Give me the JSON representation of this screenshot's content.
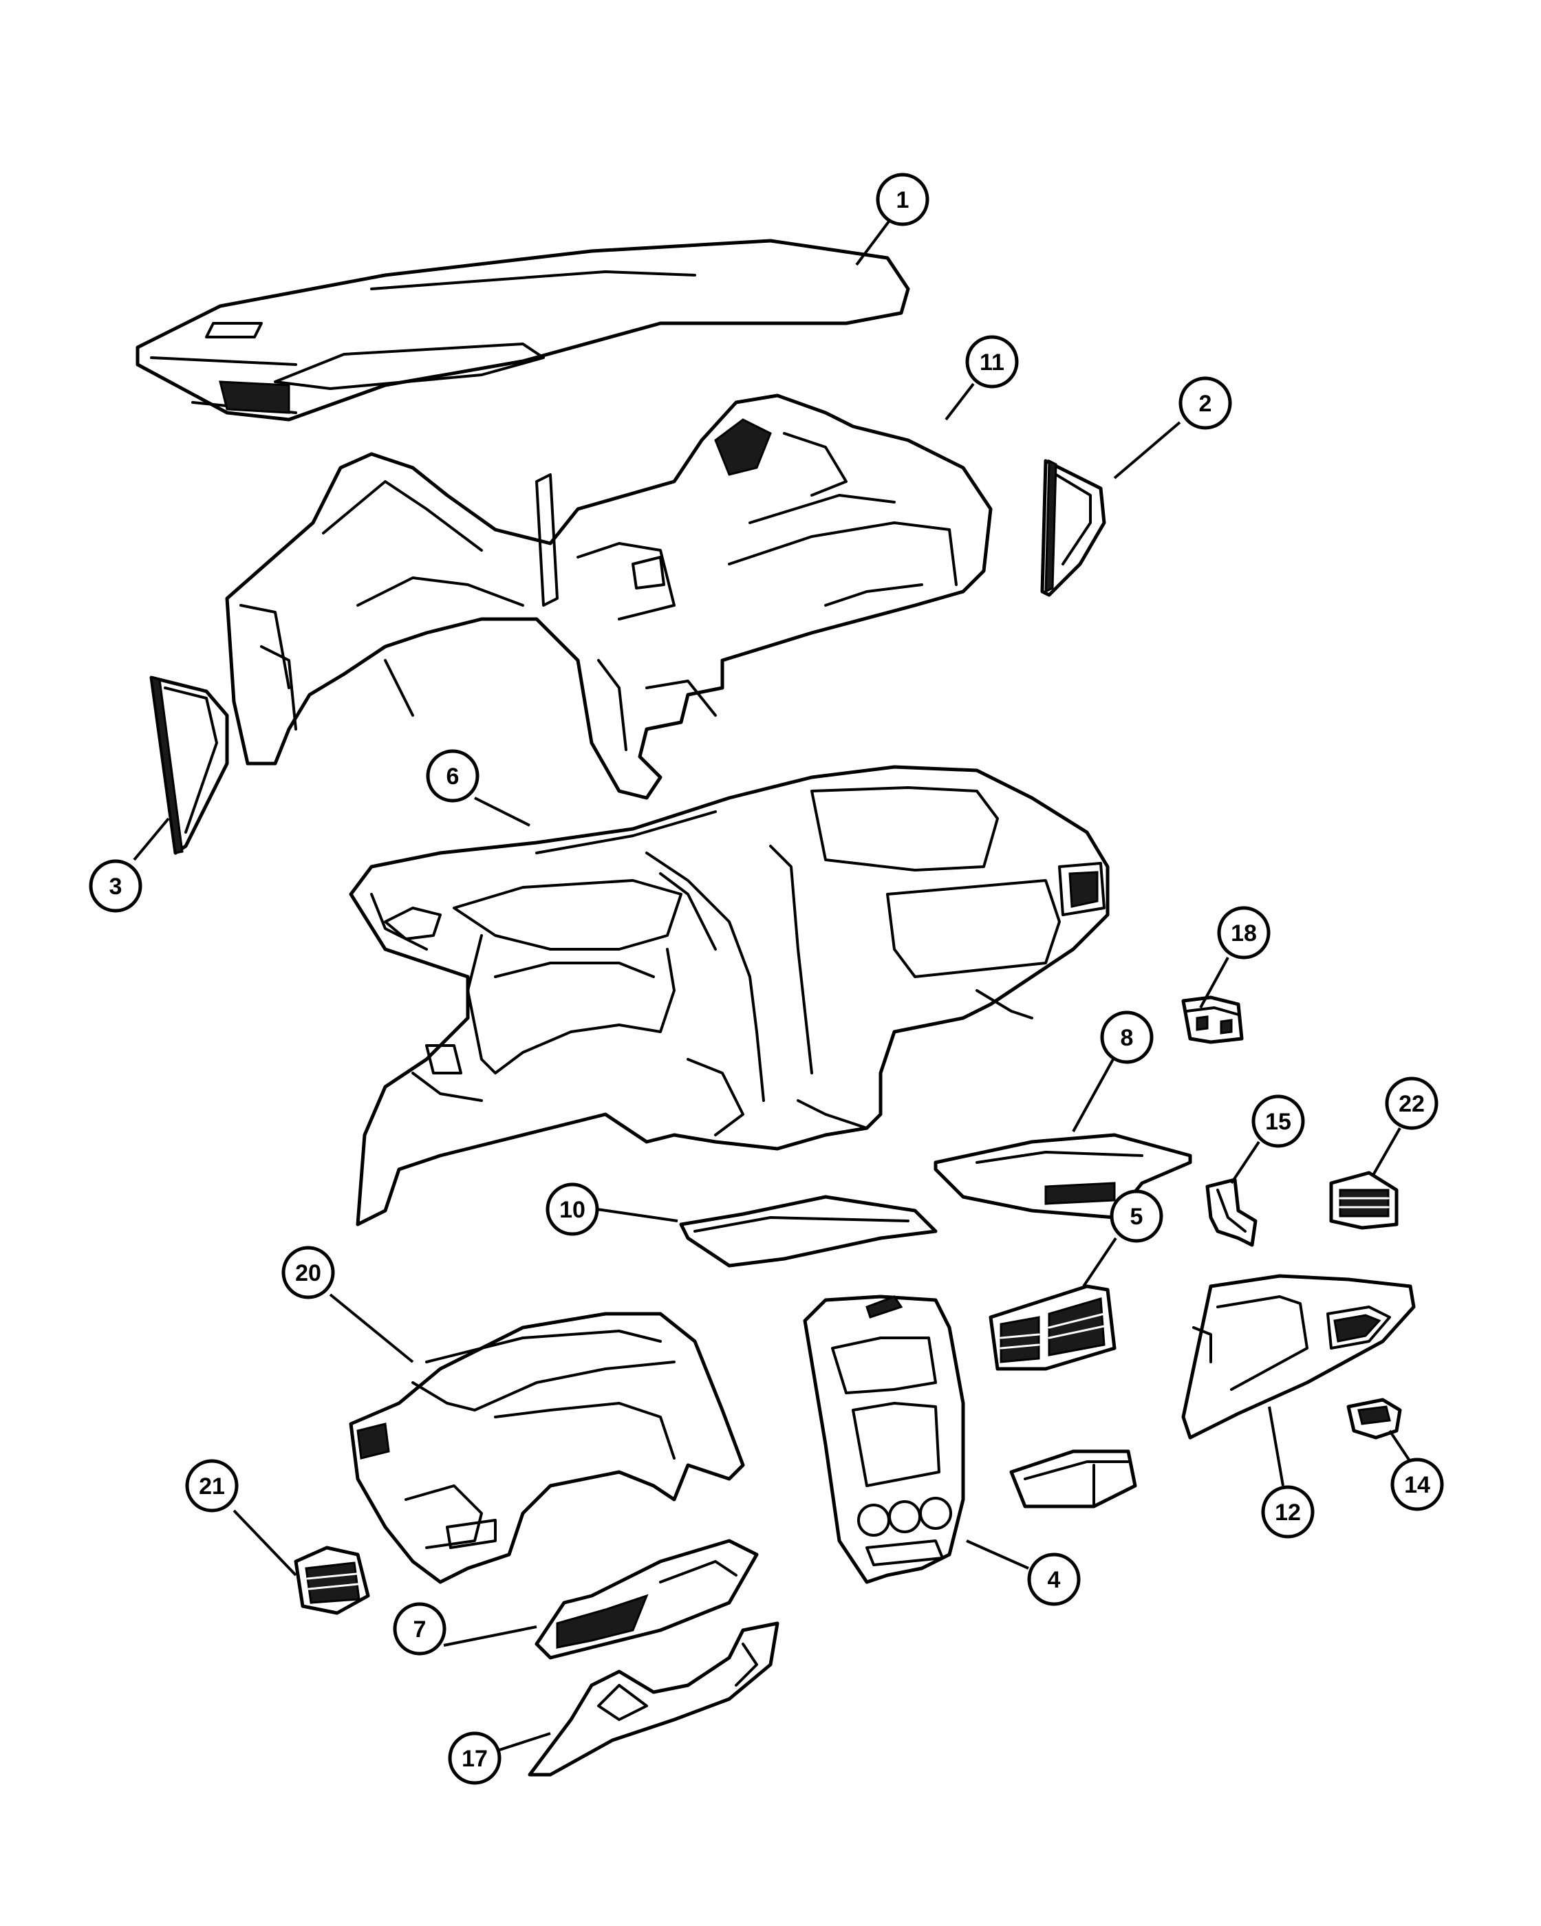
{
  "callouts": [
    {
      "id": "1",
      "label": "1"
    },
    {
      "id": "2",
      "label": "2"
    },
    {
      "id": "3",
      "label": "3"
    },
    {
      "id": "4",
      "label": "4"
    },
    {
      "id": "5",
      "label": "5"
    },
    {
      "id": "6",
      "label": "6"
    },
    {
      "id": "7",
      "label": "7"
    },
    {
      "id": "8",
      "label": "8"
    },
    {
      "id": "10",
      "label": "10"
    },
    {
      "id": "11",
      "label": "11"
    },
    {
      "id": "12",
      "label": "12"
    },
    {
      "id": "14",
      "label": "14"
    },
    {
      "id": "15",
      "label": "15"
    },
    {
      "id": "17",
      "label": "17"
    },
    {
      "id": "18",
      "label": "18"
    },
    {
      "id": "20",
      "label": "20"
    },
    {
      "id": "21",
      "label": "21"
    },
    {
      "id": "22",
      "label": "22"
    }
  ],
  "colors": {
    "line": "#000000",
    "background": "#ffffff"
  }
}
